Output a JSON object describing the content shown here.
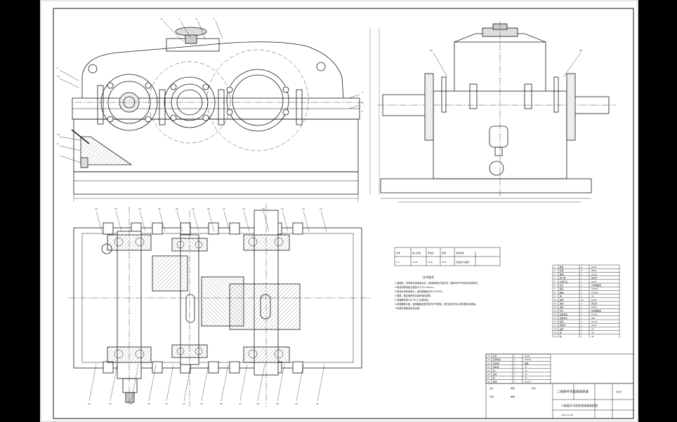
{
  "drawing": {
    "title": "二级展开式齿轮减速器装配图",
    "paper": "#ffffff",
    "ink": "#1a1a1a",
    "hatch": "#8c8c8c"
  },
  "balloons_front": [
    "8",
    "7",
    "6",
    "5",
    "4",
    "3",
    "2",
    "1",
    "11",
    "10",
    "9"
  ],
  "balloons_side": [
    "43",
    "44"
  ],
  "balloons_top": {
    "top": [
      "24",
      "25",
      "22",
      "21",
      "20",
      "19",
      "18",
      "17",
      "16",
      "15",
      "14",
      "13",
      "12"
    ],
    "bottom": [
      "29",
      "30",
      "31",
      "32",
      "33",
      "34",
      "35",
      "36",
      "37",
      "38",
      "39",
      "40",
      "41"
    ]
  },
  "tech_table": {
    "headers": [
      "功率",
      "输入转速",
      "传动比",
      "效率",
      "传动特性"
    ],
    "row": [
      "5.5",
      "1440",
      "20.8",
      "0.92",
      "高速级 中速级"
    ]
  },
  "tech_notes": {
    "heading": "技术要求",
    "lines": [
      "1.装配前，所有零件用煤油清洗，滚动轴承用汽油清洗，箱体内不许有任何杂物存在。",
      "2.啮合侧隙用铅丝检验不小于0.16mm。",
      "3.用涂色法检验斑点，齿高接触斑点不小于40%。",
      "4.调整、固定轴承时应留有轴向游隙。",
      "5.减速器内装CKC150工业齿轮油。",
      "6.减速器剖分面、各接触面及密封处均不许漏油，剖分面允许涂以密封胶或水玻璃。",
      "7.机座外表面涂灰色油漆。"
    ]
  },
  "parts_list": {
    "names": [
      "螺栓",
      "垫圈",
      "螺母",
      "通气器",
      "窥视孔盖",
      "垫片",
      "箱盖",
      "箱座",
      "销",
      "螺栓",
      "油标",
      "油塞",
      "垫片",
      "轴承端盖",
      "调整垫片",
      "轴承",
      "挡油环",
      "齿轮",
      "键",
      "轴",
      "套筒",
      "轴承端盖",
      "密封圈",
      "齿轮轴",
      "键",
      "齿轮",
      "轴",
      "轴承",
      "端盖",
      "毡圈",
      "螺钉",
      "起盖螺钉",
      "吊环",
      "定位销",
      "垫圈",
      "螺母",
      "螺栓",
      "箱盖",
      "箱座",
      "油尺"
    ],
    "qty": [
      "6",
      "6",
      "6",
      "1",
      "1",
      "1",
      "1",
      "1",
      "2",
      "24",
      "1",
      "1",
      "1",
      "2",
      "4",
      "2",
      "2",
      "1",
      "1",
      "1",
      "1",
      "2",
      "1",
      "1",
      "1",
      "1",
      "1",
      "2",
      "2",
      "1",
      "4",
      "1",
      "2",
      "2",
      "6",
      "6",
      "6",
      "1",
      "1",
      "1"
    ],
    "material": [
      "Q235",
      "65Mn",
      "Q235",
      "组合件",
      "Q235",
      "石棉橡胶纸",
      "HT200",
      "HT200",
      "35",
      "Q235",
      "组合件",
      "Q235",
      "石棉橡胶纸",
      "HT150",
      "08F",
      "GCr15",
      "Q235",
      "45",
      "45",
      "45",
      "Q235",
      "HT150",
      "橡胶",
      "45",
      "45",
      "45",
      "45",
      "GCr15",
      "HT150",
      "羊毛毡",
      "Q235",
      "Q235",
      "20",
      "35",
      "65Mn",
      "Q235",
      "Q235",
      "HT200",
      "HT200",
      "Q235"
    ]
  },
  "title_block": {
    "name": "二级展开式齿轮减速器",
    "scale": "1:2",
    "sheets": "共1张",
    "date": "2022.12.16",
    "rows": [
      "设计",
      "审核",
      "校对",
      "比例",
      "重量"
    ]
  }
}
